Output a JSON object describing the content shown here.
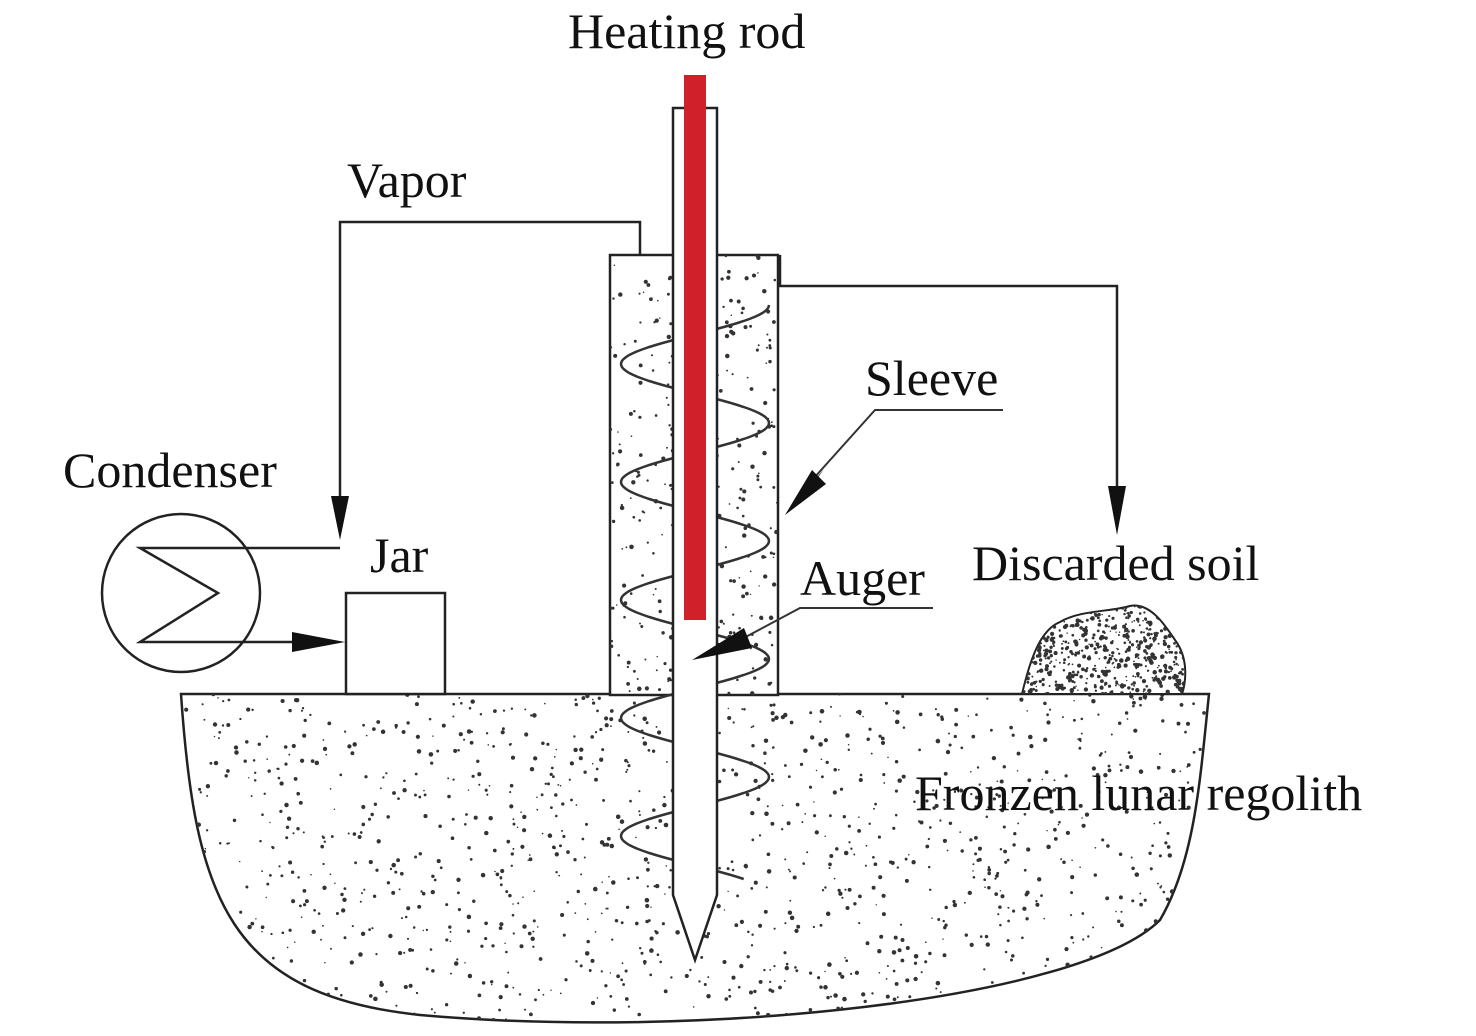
{
  "labels": {
    "heating_rod": "Heating rod",
    "vapor": "Vapor",
    "sleeve": "Sleeve",
    "condenser": "Condenser",
    "jar": "Jar",
    "discarded_soil": "Discarded soil",
    "auger": "Auger",
    "regolith": "Fronzen lunar regolith"
  },
  "colors": {
    "line": "#222222",
    "heating_rod": "#d0202a",
    "speckle": "#333333",
    "background": "#ffffff"
  }
}
